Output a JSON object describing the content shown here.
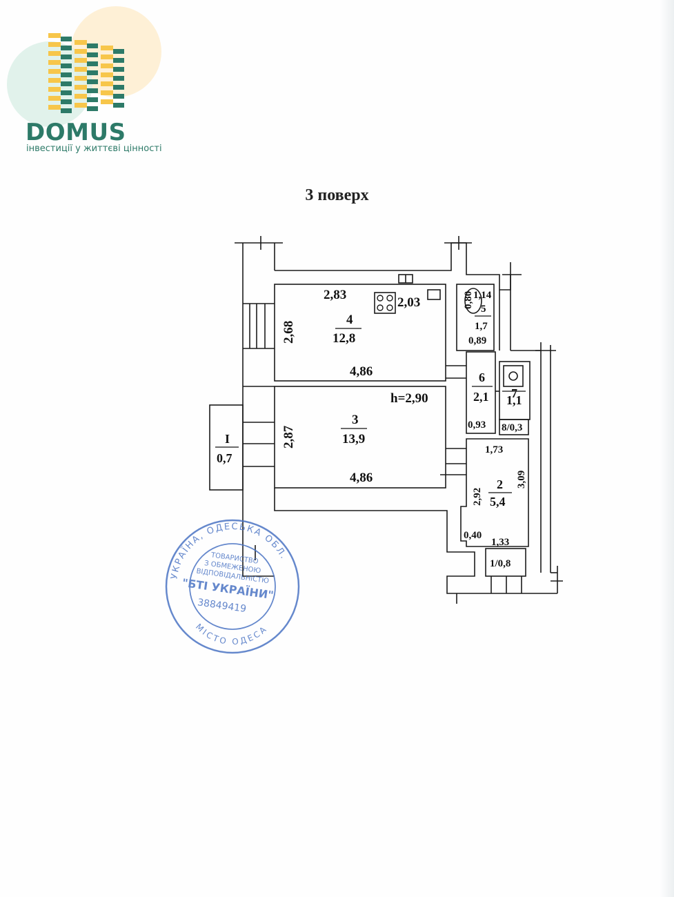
{
  "logo": {
    "name": "DOMUS",
    "tagline": "інвестиції у життєві цінності",
    "colors": {
      "green": "#2d7a68",
      "yellow": "#f7c64a",
      "mint": "#d9efe6",
      "peach": "#fde9c4"
    }
  },
  "floor_title": "3 поверх",
  "rooms": {
    "r4": {
      "number": "4",
      "area": "12,8",
      "dim_top": "2,83",
      "dim_side": "2,68",
      "dim_bottom": "4,86"
    },
    "kitchen": {
      "dim": "2,03"
    },
    "r3": {
      "number": "3",
      "area": "13,9",
      "height": "h=2,90",
      "dim_side": "2,87",
      "dim_bottom": "4,86"
    },
    "r5": {
      "dim_w": "0,80",
      "dim_l": "1,14",
      "number": "5",
      "area": "1,7",
      "dim_bottom": "0,89"
    },
    "r6": {
      "number": "6",
      "area": "2,1",
      "dim_bottom": "0,93"
    },
    "r7": {
      "number": "7",
      "area": "1,1"
    },
    "r8": {
      "label": "8/0,3"
    },
    "r2": {
      "number": "2",
      "area": "5,4",
      "dim_top": "1,73",
      "dim_left": "2,92",
      "dim_right": "3,09",
      "dim_small": "0,40",
      "dim_bottom": "1,33"
    },
    "rI": {
      "number": "I",
      "area": "0,7"
    },
    "r1": {
      "label": "1/0,8"
    }
  },
  "stamp": {
    "outer_text": "УКРАЇНА, ОДЕСЬКА ОБЛ.",
    "line1": "ТОВАРИСТВО",
    "line2": "З ОБМЕЖЕНОЮ",
    "line3": "ВІДПОВІДАЛЬНІСТЮ",
    "name": "\"БТІ УКРАЇНИ\"",
    "code": "38849419",
    "city": "МІСТО ОДЕСА",
    "color": "#4b74c4"
  }
}
